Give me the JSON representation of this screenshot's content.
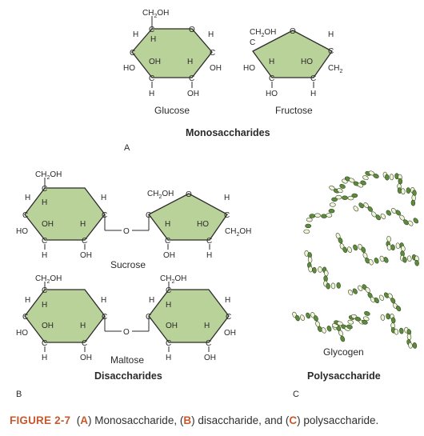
{
  "atoms": {
    "ch2oh": "CH2OH",
    "ch2": "CH2",
    "h": "H",
    "oh": "OH",
    "ho": "HO",
    "o": "O",
    "c": "C"
  },
  "panel_a": {
    "glucose": "Glucose",
    "fructose": "Fructose",
    "heading": "Monosaccharides",
    "letter": "A"
  },
  "panel_b": {
    "sucrose": "Sucrose",
    "maltose": "Maltose",
    "heading": "Disaccharides",
    "letter": "B"
  },
  "panel_c": {
    "glycogen": "Glycogen",
    "heading": "Polysaccharide",
    "letter": "C"
  },
  "caption": {
    "figure": "FIGURE 2-7",
    "a": "A",
    "a_text": "Monosaccharide,",
    "b": "B",
    "b_text": "disaccharide, and",
    "c": "C",
    "c_text": "polysaccharide."
  },
  "colors": {
    "ring_fill": "#b9d29a",
    "glycogen_dark": "#5f8a3c",
    "glycogen_light": "#f3f3dc",
    "accent": "#c65a2e"
  }
}
